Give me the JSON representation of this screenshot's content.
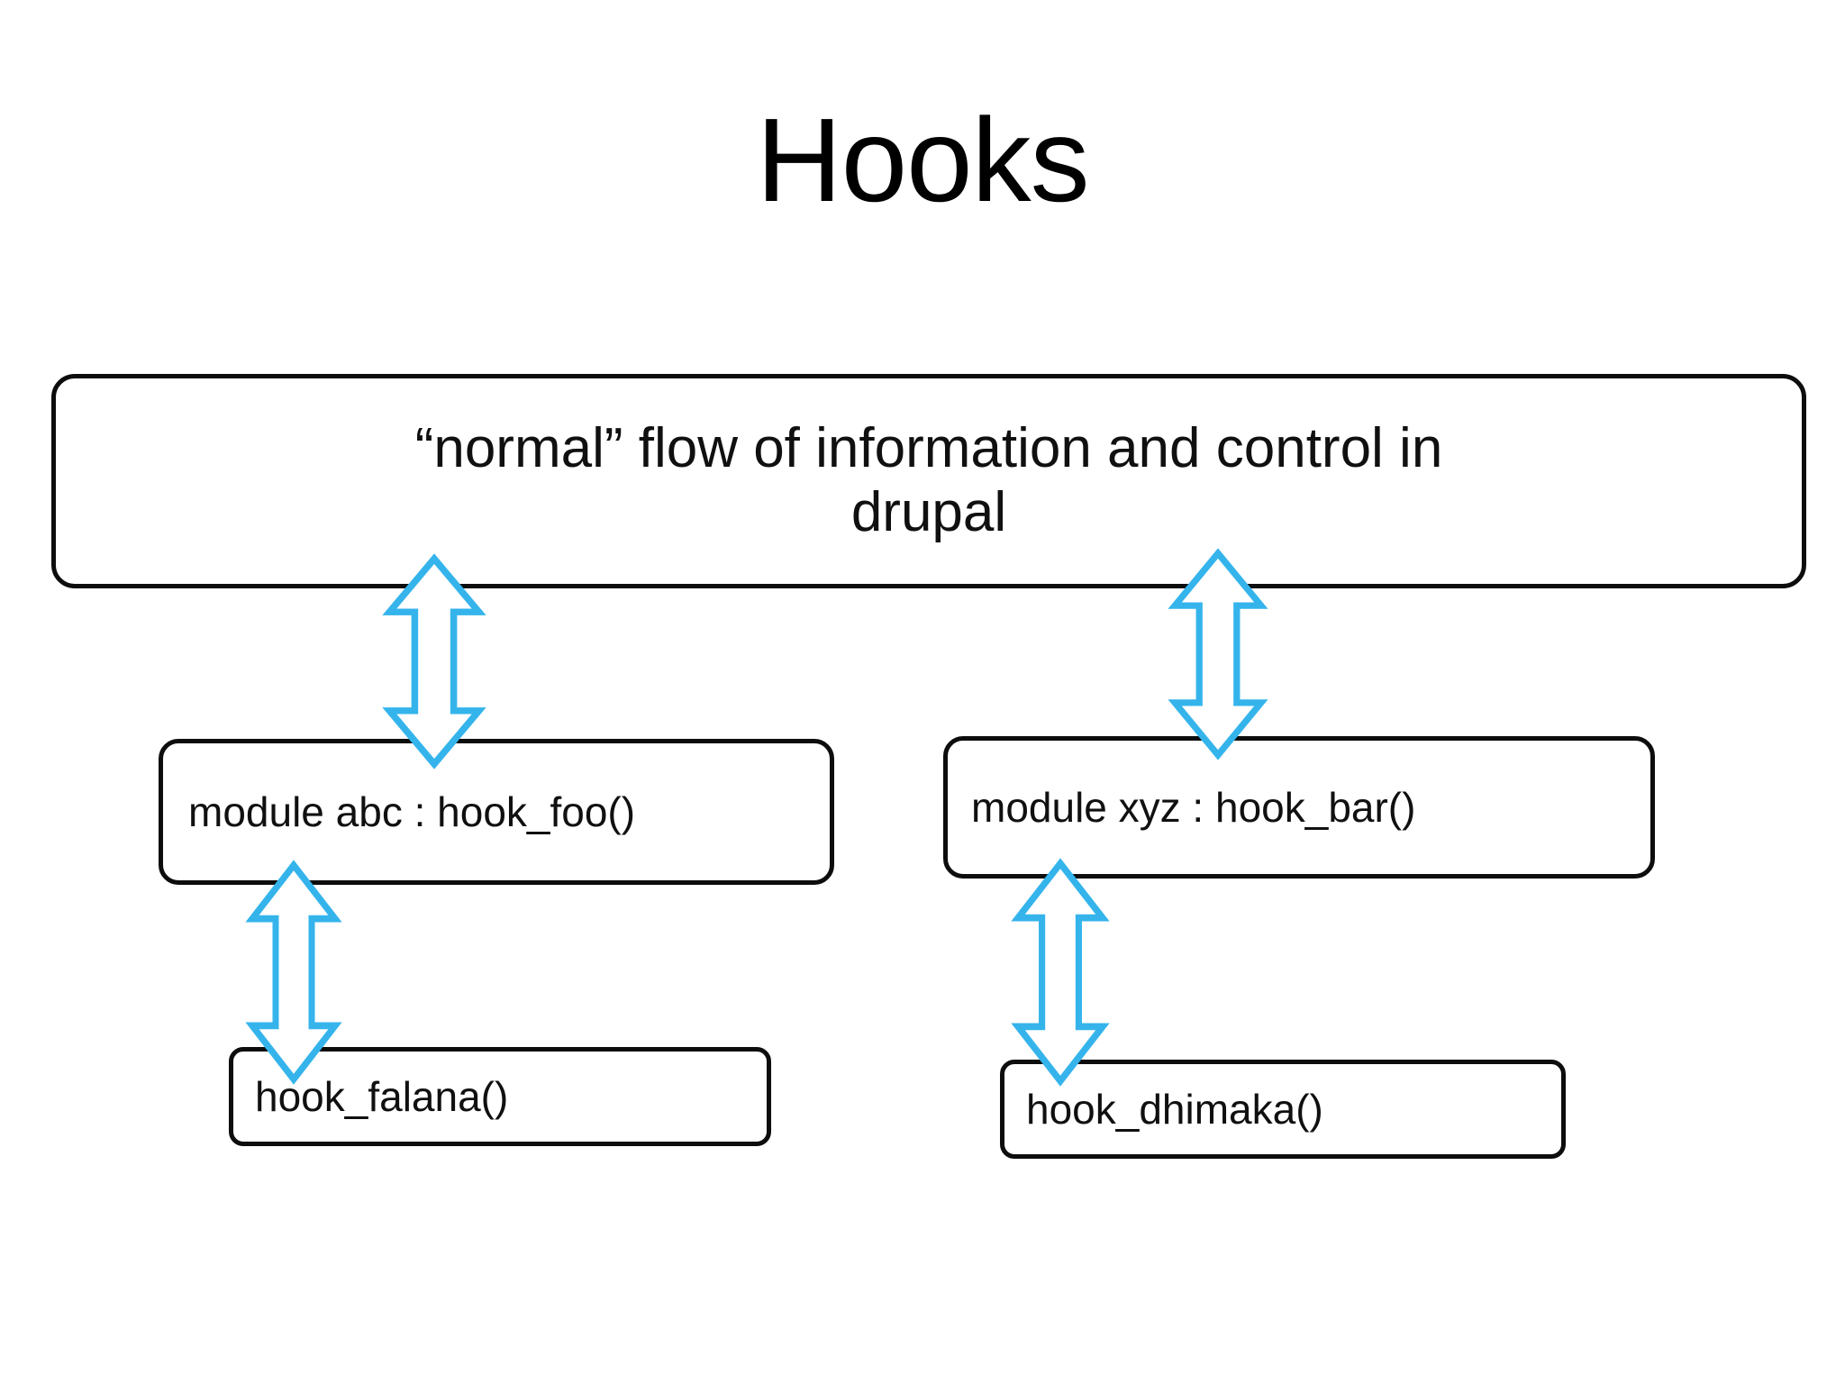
{
  "slide": {
    "title": "Hooks",
    "background_color": "#ffffff",
    "box_border_color": "#0d0d0d",
    "arrow_color": "#35b4ec",
    "text_color": "#101010"
  },
  "diagram": {
    "type": "block-diagram",
    "banner": {
      "label_line1": "“normal” flow of information and control in",
      "label_line2": "drupal",
      "full_text": "“normal” flow of information and control in drupal"
    },
    "columns": [
      {
        "module_label": "module abc : hook_foo()",
        "hook_label": "hook_falana()"
      },
      {
        "module_label": "module xyz : hook_bar()",
        "hook_label": "hook_dhimaka()"
      }
    ],
    "connectors": [
      {
        "name": "banner-to-module-abc",
        "kind": "double-headed-vertical-arrow",
        "from": "“normal” flow of information and control in drupal",
        "to": "module abc : hook_foo()"
      },
      {
        "name": "banner-to-module-xyz",
        "kind": "double-headed-vertical-arrow",
        "from": "“normal” flow of information and control in drupal",
        "to": "module xyz : hook_bar()"
      },
      {
        "name": "module-abc-to-hook-falana",
        "kind": "double-headed-vertical-arrow",
        "from": "module abc : hook_foo()",
        "to": "hook_falana()"
      },
      {
        "name": "module-xyz-to-hook-dhimaka",
        "kind": "double-headed-vertical-arrow",
        "from": "module xyz : hook_bar()",
        "to": "hook_dhimaka()"
      }
    ]
  }
}
